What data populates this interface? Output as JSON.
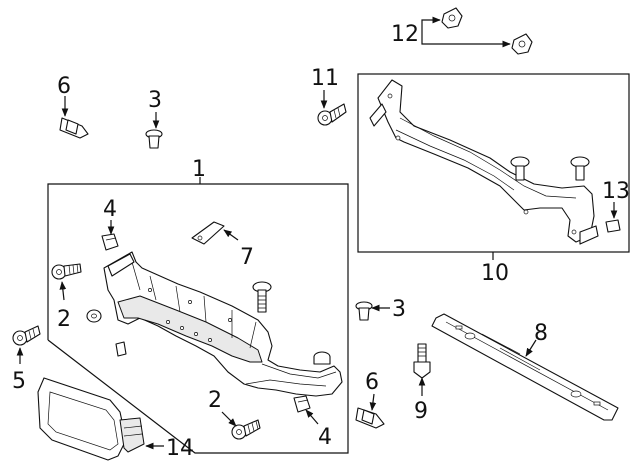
{
  "diagram": {
    "callouts": {
      "c1": "1",
      "c2a": "2",
      "c2b": "2",
      "c3a": "3",
      "c3b": "3",
      "c4a": "4",
      "c4b": "4",
      "c5": "5",
      "c6a": "6",
      "c6b": "6",
      "c7": "7",
      "c8": "8",
      "c9": "9",
      "c10": "10",
      "c11": "11",
      "c12": "12",
      "c13": "13",
      "c14": "14"
    }
  }
}
